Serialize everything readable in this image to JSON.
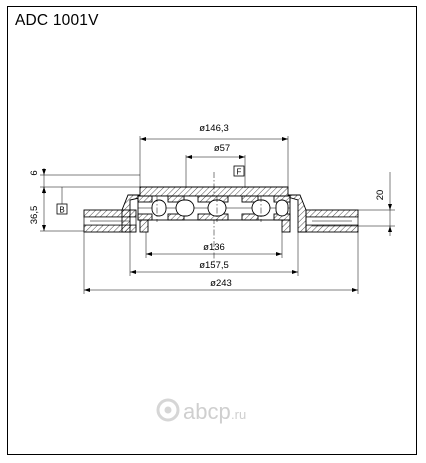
{
  "part_code": "ADC 1001V",
  "dimensions": {
    "d_146_3": "ø146,3",
    "d_57": "ø57",
    "d_136": "ø136",
    "d_157_5": "ø157,5",
    "d_243": "ø243",
    "height_6": "6",
    "height_36_5": "36,5",
    "thickness_20": "20"
  },
  "datum_labels": {
    "f": "F",
    "b": "B"
  },
  "watermark": {
    "brand": "abcp",
    "domain": ".ru"
  }
}
